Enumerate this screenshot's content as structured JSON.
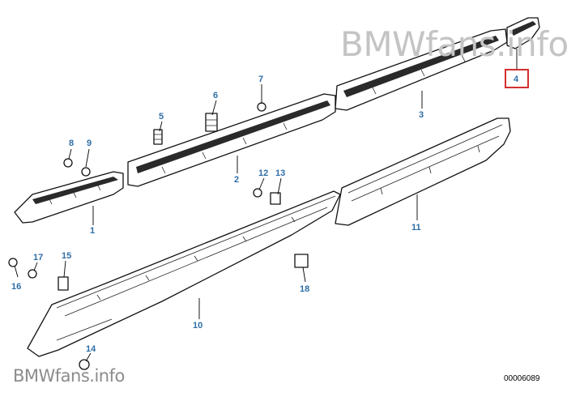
{
  "watermark": {
    "top": "BMWfans.info",
    "bottom": "BMWfans.info"
  },
  "doc_number": "00006089",
  "callouts": [
    "1",
    "2",
    "3",
    "4",
    "5",
    "6",
    "7",
    "8",
    "9",
    "10",
    "11",
    "12",
    "13",
    "14",
    "15",
    "16",
    "17",
    "18"
  ],
  "highlighted_callout": "4",
  "colors": {
    "callout_text": "#2e6ea6",
    "highlight_box": "#d32f2f"
  }
}
